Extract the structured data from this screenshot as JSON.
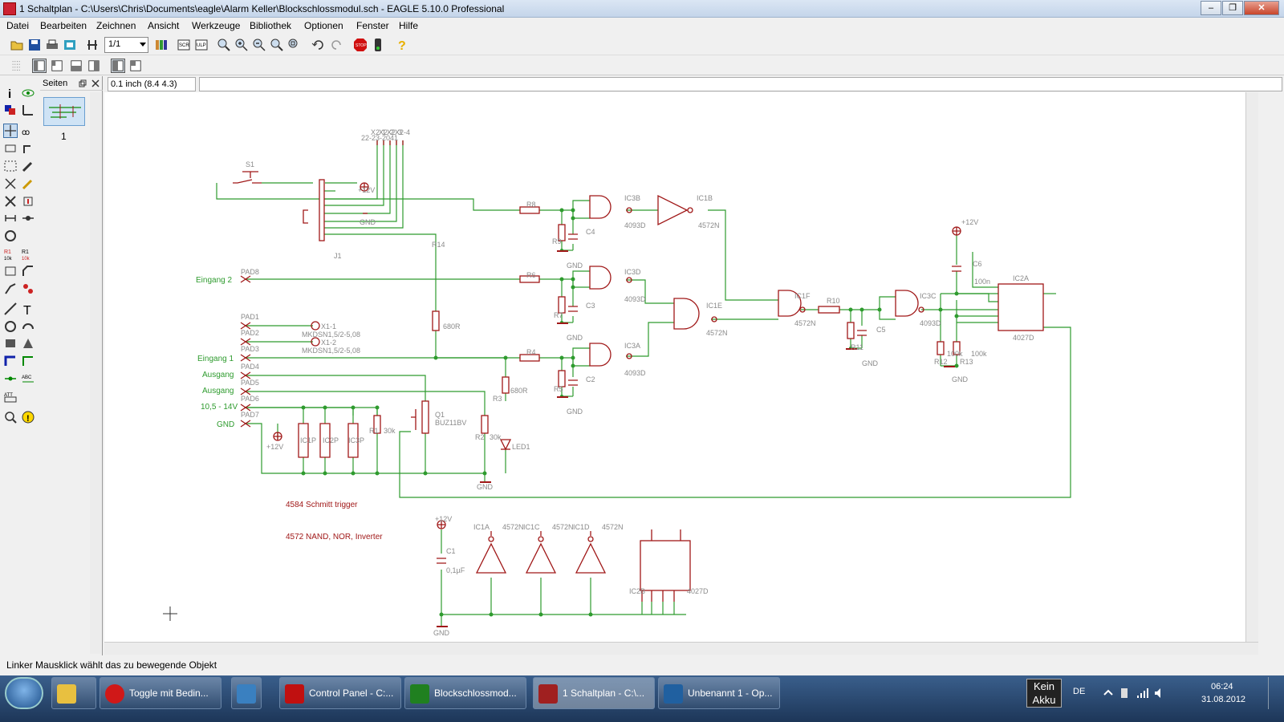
{
  "window": {
    "title": "1 Schaltplan - C:\\Users\\Chris\\Documents\\eagle\\Alarm Keller\\Blockschlossmodul.sch - EAGLE 5.10.0 Professional"
  },
  "menu": [
    "Datei",
    "Bearbeiten",
    "Zeichnen",
    "Ansicht",
    "Werkzeuge",
    "Bibliothek",
    "Optionen",
    "Fenster",
    "Hilfe"
  ],
  "toolbar": {
    "sheet_combo": "1/1"
  },
  "pages_panel": {
    "title": "Seiten",
    "page_number": "1"
  },
  "coord_display": "0.1 inch (8.4 4.3)",
  "command_line": "",
  "schematic": {
    "labels": {
      "eingang2": "Eingang 2",
      "eingang1": "Eingang 1",
      "ausgang1": "Ausgang",
      "ausgang2": "Ausgang",
      "supply": "10,5 - 14V",
      "gnd": "GND",
      "pad8": "PAD8",
      "pad1": "PAD1",
      "pad2": "PAD2",
      "pad3": "PAD3",
      "pad4": "PAD4",
      "pad5": "PAD5",
      "pad6": "PAD6",
      "pad7": "PAD7",
      "x11": "X1-1",
      "x12": "X1-2",
      "mkds1": "MKDSN1,5/2-5,08",
      "mkds2": "MKDSN1,5/2-5,08",
      "s1": "S1",
      "j1": "J1",
      "x2label": "22-23-2041",
      "x21": "X2-1",
      "x22": "X2-2",
      "x23": "X2-3",
      "x24": "X2-4",
      "p12v_j1": "+12V",
      "gnd_j1": "GND",
      "r8": "R8",
      "r9": "R9",
      "c4": "C4",
      "ic3b": "IC3B",
      "ic3b_t": "4093D",
      "ic1b": "IC1B",
      "ic1b_t": "4572N",
      "r6": "R6",
      "r7": "R7",
      "c3": "C3",
      "ic3d": "IC3D",
      "ic3d_t": "4093D",
      "ic1e": "IC1E",
      "ic1e_t": "4572N",
      "r4": "R4",
      "r5": "R5",
      "c2": "C2",
      "ic3a": "IC3A",
      "ic3a_t": "4093D",
      "r14": "R14",
      "r14v": "680R",
      "r3": "R3",
      "r3v": "680R",
      "led1": "LED1",
      "ic1f": "IC1F",
      "ic1f_t": "4572N",
      "r10": "R10",
      "r11": "R11",
      "c5": "C5",
      "ic3c": "IC3C",
      "ic3c_t": "4093D",
      "p12v_a": "+12V",
      "c6": "C6",
      "c6v": "100n",
      "ic2a": "IC2A",
      "ic2a_t": "4027D",
      "r12": "R12",
      "r12v": "100k",
      "r13": "R13",
      "r13v": "100k",
      "q1": "Q1",
      "q1v": "BUZ11BV",
      "r1": "R1",
      "r1v": "30k",
      "r2": "R2",
      "r2v": "30k",
      "ic1p": "IC1P",
      "ic2p": "IC2P",
      "ic3p": "IC3P",
      "p12v_b": "+12V",
      "note1": "4584 Schmitt trigger",
      "note2": "4572 NAND, NOR, Inverter",
      "p12v_c": "+12V",
      "c1": "C1",
      "c1v": "0,1µF",
      "ic1a": "IC1A",
      "ic1a_t": "4572N",
      "ic1c": "IC1C",
      "ic1c_t": "4572N",
      "ic1d": "IC1D",
      "ic1d_t": "4572N",
      "ic2b": "IC2B",
      "ic2b_t": "4027D",
      "gnd1": "GND",
      "gnd2": "GND",
      "gnd3": "GND",
      "gnd4": "GND",
      "gnd5": "GND",
      "gnd6": "GND",
      "gnd7": "GND"
    }
  },
  "status_text": "Linker Mausklick wählt das zu bewegende Objekt",
  "taskbar": {
    "items": [
      {
        "label": "Toggle mit Bedin...",
        "color": "#d01818"
      },
      {
        "label": "",
        "color": "#3a80c0"
      },
      {
        "label": "Control Panel - C:...",
        "color": "#c01010"
      },
      {
        "label": "Blockschlossmod...",
        "color": "#208020"
      },
      {
        "label": "1 Schaltplan - C:\\...",
        "color": "#a02020"
      },
      {
        "label": "Unbenannt 1 - Op...",
        "color": "#2060a0"
      }
    ],
    "akku": [
      "Kein",
      "Akku"
    ],
    "lang": "DE",
    "time": "06:24",
    "date": "31.08.2012"
  },
  "colors": {
    "wire": "#2e9b2e",
    "part": "#a01818",
    "label": "#2e9b2e"
  }
}
